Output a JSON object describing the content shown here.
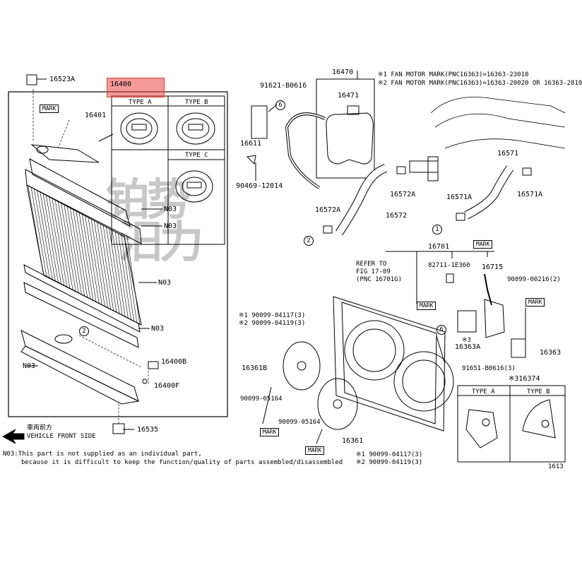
{
  "top_notes": [
    "※1 FAN MOTOR MARK(PNC16363)=16363-23010",
    "※2 FAN MOTOR MARK(PNC16363)=16363-20020 OR 16363-2810"
  ],
  "parts": {
    "p16523A": "16523A",
    "p16400": "16400",
    "p16401": "16401",
    "n03_a": "N03",
    "n03_b": "N03",
    "n03_c": "N03",
    "n03_d": "N03",
    "n03_e": "N03",
    "p16400B": "16400B",
    "p16400F": "16400F",
    "p16535": "16535",
    "p91621": "91621-B0616",
    "p16611": "16611",
    "p90469": "90469-12014",
    "p16470": "16470",
    "p16471": "16471",
    "p16571": "16571",
    "p16572A_a": "16572A",
    "p16572A_b": "16572A",
    "p16572": "16572",
    "p16571A_a": "16571A",
    "p16571A_b": "16571A",
    "p16701": "16701",
    "p82711": "82711-1E360",
    "p16715": "16715",
    "p90099_00216": "90099-00216(2)",
    "p16363A": "16363A",
    "p16363": "16363",
    "p91651": "91651-B0616(3)",
    "p16374": "※316374",
    "p16361B": "16361B",
    "p16361": "16361",
    "p90099_05164_a": "90099-05164",
    "p90099_05164_b": "90099-05164",
    "left_bolts_1": "※1 90099-04117(3)",
    "left_bolts_2": "※2 90099-04119(3)",
    "bottom_bolts_1": "※1 90099-04117(3)",
    "bottom_bolts_2": "※2 90099-04119(3)",
    "ref_1": "REFER TO",
    "ref_2": "FIG 17-09",
    "ref_3": "(PNC 16701G)",
    "fig_code": "1613",
    "note3": "※3"
  },
  "cap_types": {
    "a": "TYPE A",
    "b": "TYPE B",
    "c": "TYPE C"
  },
  "bracket_types": {
    "a": "TYPE A",
    "b": "TYPE B"
  },
  "marks": {
    "m1": "MARK",
    "m2": "MARK",
    "m3": "MARK",
    "m4": "MARK",
    "m5": "MARK",
    "m6": "MARK"
  },
  "circles": {
    "c2a": "2",
    "c2b": "2",
    "c1a": "1",
    "c6a": "6",
    "c6b": "6"
  },
  "vehicle_front": {
    "cn": "車両前方",
    "en": "VEHICLE FRONT SIDE"
  },
  "footer": {
    "line1": "N03:This part is not supplied as an individual part,",
    "line2": "because it is difficult to keep the function/quality of parts assembled/disassembled"
  },
  "watermark": {
    "line1": "铂势",
    "line2": "汨力"
  },
  "colors": {
    "highlight": "#e85a5a",
    "line": "#000000"
  }
}
